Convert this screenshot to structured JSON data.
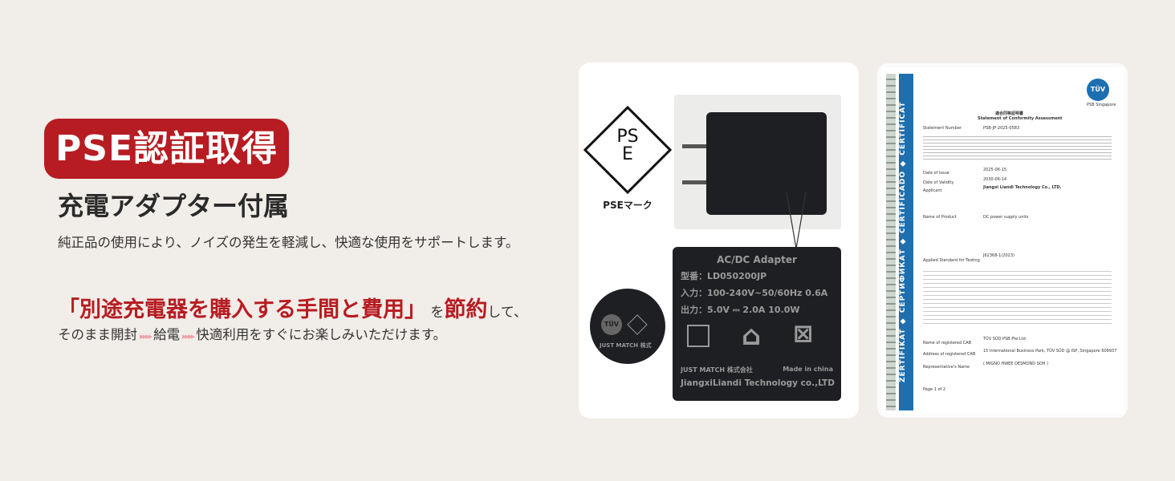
{
  "badge": "PSE認証取得",
  "title": "充電アダプター付属",
  "description": "純正品の使用により、ノイズの発生を軽減し、快適な使用をサポートします。",
  "highlight": {
    "red_part": "「別途充電器を購入する手間と費用」",
    "mid": "を",
    "red_word": "節約",
    "tail": "して、"
  },
  "line2": {
    "a": "そのまま開封",
    "b": "給電",
    "c": "快適利用をすぐにお楽しみいただけます。",
    "arrow": "▸▸▸▸"
  },
  "pse_mark": {
    "top": "PS",
    "bottom": "E",
    "label": "PSEマーク"
  },
  "plate": {
    "title": "AC/DC Adapter",
    "model": "型番：LD050200JP",
    "input": "入力：100-240V~50/60Hz 0.6A",
    "output": "出力：5.0V ⎓ 2.0A 10.0W",
    "maker_jp": "JUST MATCH 株式会社",
    "made_in": "Made in china",
    "company": "JiangxiLiandi Technology co.,LTD"
  },
  "circle": {
    "tuv": "TÜV",
    "maker": "JUST MATCH 株式"
  },
  "certificate": {
    "band": "ZERTIFIKAT ◆ СЕРТИФИКАТ ◆ CERTIFICADO ◆ CERTIFICAT",
    "logo": "TÜV",
    "logo_sub": "PSB Singapore",
    "title_jp": "適合同等証明書",
    "title": "Statement of Conformity Assessment",
    "statement_label": "Statement Number",
    "statement_no": "PSB-JP-2025-0583",
    "issue_label": "Date of Issue",
    "issue": "2025-06-15",
    "validity_label": "Date of Validity",
    "validity": "2030-06-14",
    "applicant_label": "Applicant",
    "applicant": "Jiangxi Liandi Technology Co., LTD.",
    "product_label": "Name of Product",
    "product": "DC power supply units",
    "standard_label": "Applied Standard for Testing",
    "standard": "J62368-1(2023)",
    "cab_label": "Name of registered CAB",
    "cab": "TÜV SÜD PSB Pte Ltd",
    "address_label": "Address of registered CAB",
    "address": "15 International Business Park, TÜV SÜD @ ISP, Singapore 609937",
    "rep_label": "Representative's Name",
    "rep": "( MIGNO HWEE DESMOND SOH )",
    "page": "Page 1 of 2"
  }
}
